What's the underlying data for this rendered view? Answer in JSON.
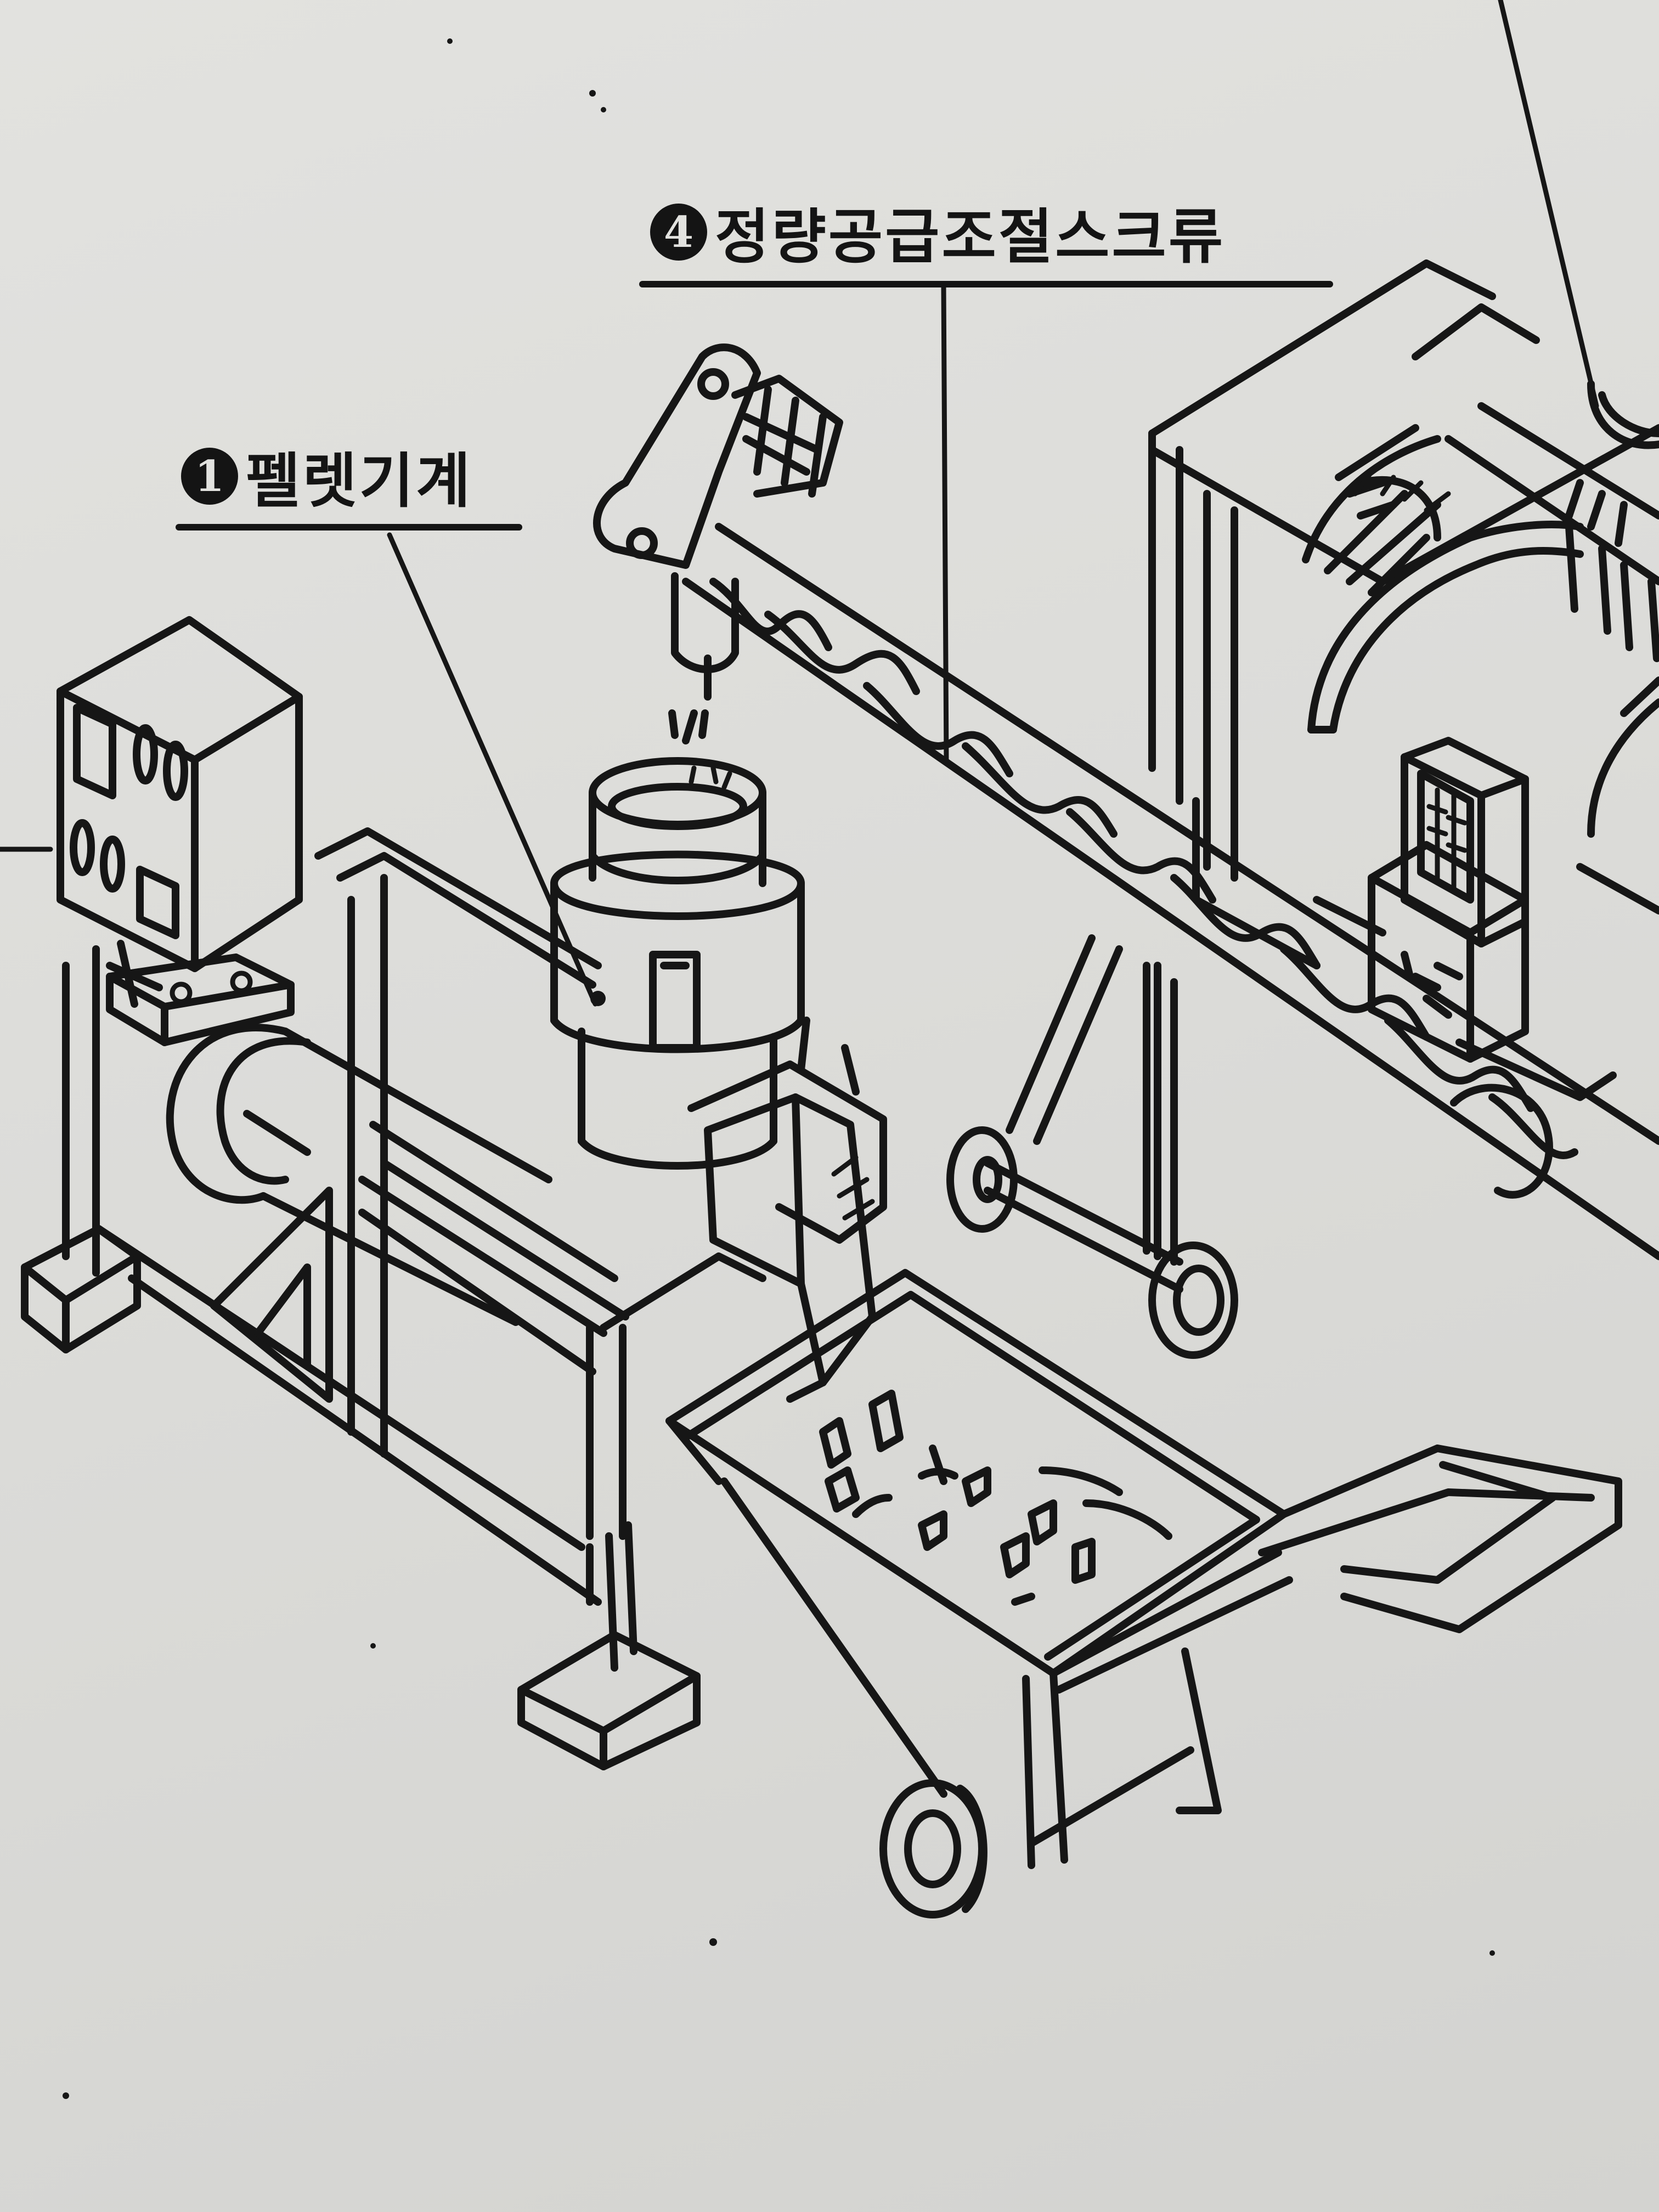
{
  "labels": [
    {
      "number": "1",
      "text": "펠렛기계"
    },
    {
      "number": "4",
      "text": "정량공급조절스크류"
    }
  ]
}
